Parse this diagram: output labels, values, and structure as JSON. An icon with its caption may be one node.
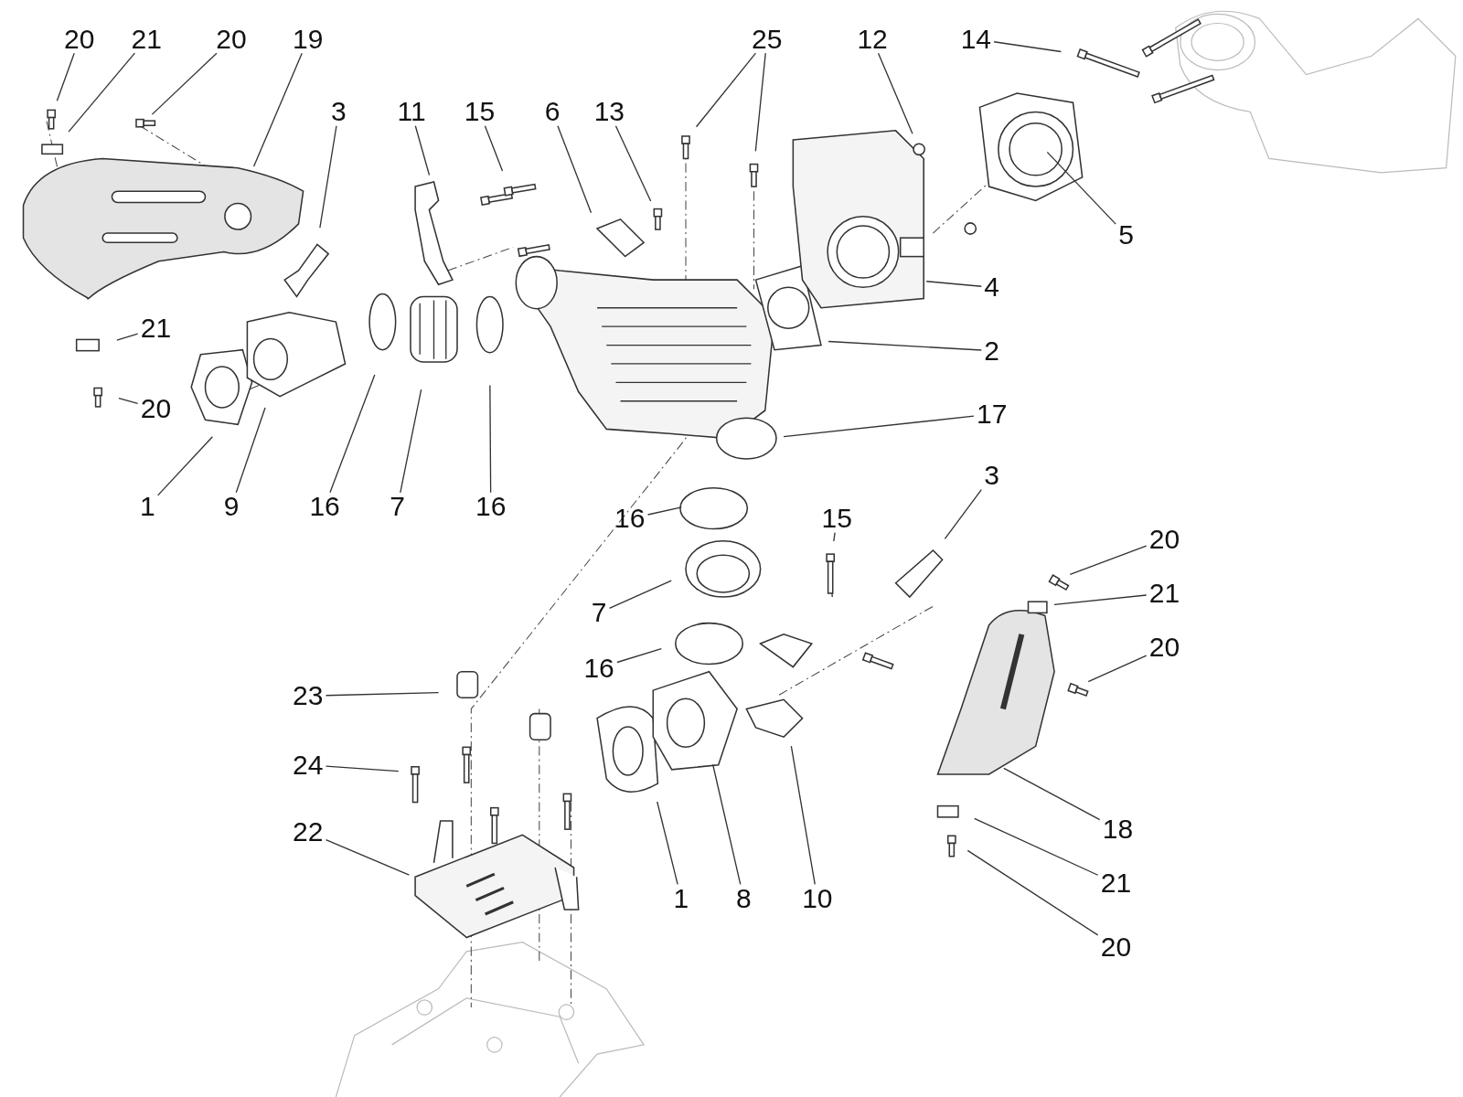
{
  "diagram": {
    "nodes": [
      {
        "text": [
          "20"
        ]
      },
      {
        "text": [
          "21"
        ]
      },
      {
        "text": [
          "20"
        ]
      },
      {
        "text": [
          "19"
        ]
      },
      {
        "text": [
          "3"
        ]
      },
      {
        "text": [
          "11"
        ]
      },
      {
        "text": [
          "15"
        ]
      },
      {
        "text": [
          "6"
        ]
      },
      {
        "text": [
          "13"
        ]
      },
      {
        "text": [
          "25"
        ]
      },
      {
        "text": [
          "12"
        ]
      },
      {
        "text": [
          "14"
        ]
      },
      {
        "text": [
          "5"
        ]
      },
      {
        "text": [
          "4"
        ]
      },
      {
        "text": [
          "2"
        ]
      },
      {
        "text": [
          "17"
        ]
      },
      {
        "text": [
          "21"
        ]
      },
      {
        "text": [
          "20"
        ]
      },
      {
        "text": [
          "1"
        ]
      },
      {
        "text": [
          "9"
        ]
      },
      {
        "text": [
          "16"
        ]
      },
      {
        "text": [
          "7"
        ]
      },
      {
        "text": [
          "16"
        ]
      },
      {
        "text": [
          "3"
        ]
      },
      {
        "text": [
          "16"
        ]
      },
      {
        "text": [
          "15"
        ]
      },
      {
        "text": [
          "20"
        ]
      },
      {
        "text": [
          "21"
        ]
      },
      {
        "text": [
          "7"
        ]
      },
      {
        "text": [
          "20"
        ]
      },
      {
        "text": [
          "16"
        ]
      },
      {
        "text": [
          "23"
        ]
      },
      {
        "text": [
          "24"
        ]
      },
      {
        "text": [
          "22"
        ]
      },
      {
        "text": [
          "1"
        ]
      },
      {
        "text": [
          "8"
        ]
      },
      {
        "text": [
          "10"
        ]
      },
      {
        "text": [
          "18"
        ]
      },
      {
        "text": [
          "21"
        ]
      },
      {
        "text": [
          "20"
        ]
      }
    ],
    "edges": [
      {
        "from": 0,
        "to": null,
        "arrow": "none"
      },
      {
        "from": 1,
        "to": null,
        "arrow": "none"
      },
      {
        "from": 2,
        "to": null,
        "arrow": "none"
      },
      {
        "from": 3,
        "to": null,
        "arrow": "none"
      },
      {
        "from": 4,
        "to": null,
        "arrow": "none"
      },
      {
        "from": 5,
        "to": null,
        "arrow": "none"
      },
      {
        "from": 6,
        "to": null,
        "arrow": "none"
      },
      {
        "from": 7,
        "to": null,
        "arrow": "none"
      },
      {
        "from": 8,
        "to": null,
        "arrow": "none"
      },
      {
        "from": 9,
        "to": null,
        "arrow": "none"
      },
      {
        "from": 9,
        "to": null,
        "arrow": "none"
      },
      {
        "from": 10,
        "to": null,
        "arrow": "none"
      },
      {
        "from": 11,
        "to": null,
        "arrow": "none"
      },
      {
        "from": 12,
        "to": null,
        "arrow": "none"
      },
      {
        "from": 13,
        "to": null,
        "arrow": "none"
      },
      {
        "from": 14,
        "to": null,
        "arrow": "none"
      },
      {
        "from": 15,
        "to": null,
        "arrow": "none"
      },
      {
        "from": 16,
        "to": null,
        "arrow": "none"
      },
      {
        "from": 17,
        "to": null,
        "arrow": "none"
      },
      {
        "from": 18,
        "to": null,
        "arrow": "none"
      },
      {
        "from": 19,
        "to": null,
        "arrow": "none"
      },
      {
        "from": 20,
        "to": null,
        "arrow": "none"
      },
      {
        "from": 21,
        "to": null,
        "arrow": "none"
      },
      {
        "from": 22,
        "to": null,
        "arrow": "none"
      },
      {
        "from": 23,
        "to": null,
        "arrow": "none"
      },
      {
        "from": 24,
        "to": null,
        "arrow": "none"
      },
      {
        "from": 25,
        "to": null,
        "arrow": "none"
      },
      {
        "from": 26,
        "to": null,
        "arrow": "none"
      },
      {
        "from": 27,
        "to": null,
        "arrow": "none"
      },
      {
        "from": 28,
        "to": null,
        "arrow": "none"
      },
      {
        "from": 29,
        "to": null,
        "arrow": "none"
      },
      {
        "from": 30,
        "to": null,
        "arrow": "none"
      },
      {
        "from": 31,
        "to": null,
        "arrow": "none"
      },
      {
        "from": 32,
        "to": null,
        "arrow": "none"
      },
      {
        "from": 33,
        "to": null,
        "arrow": "none"
      },
      {
        "from": 34,
        "to": null,
        "arrow": "none"
      },
      {
        "from": 35,
        "to": null,
        "arrow": "none"
      },
      {
        "from": 36,
        "to": null,
        "arrow": "none"
      },
      {
        "from": 37,
        "to": null,
        "arrow": "none"
      },
      {
        "from": 38,
        "to": null,
        "arrow": "none"
      },
      {
        "from": 39,
        "to": null,
        "arrow": "none"
      }
    ]
  }
}
